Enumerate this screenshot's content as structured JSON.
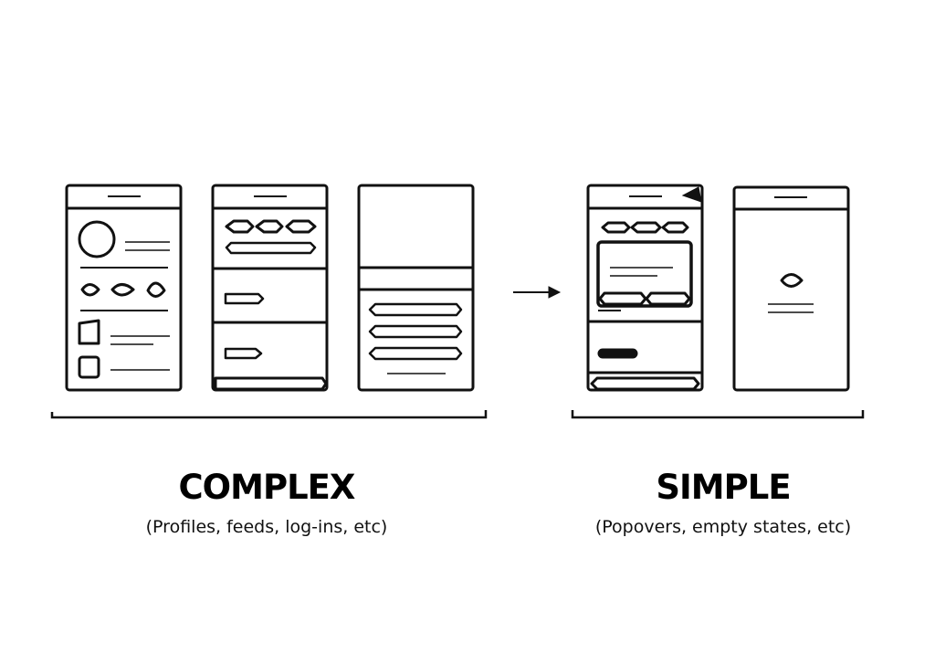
{
  "groups": {
    "complex": {
      "title": "COMPLEX",
      "subtitle": "(Profiles, feeds, log-ins, etc)"
    },
    "simple": {
      "title": "SIMPLE",
      "subtitle": "(Popovers, empty states, etc)"
    }
  },
  "colors": {
    "ink": "#111111",
    "background": "#ffffff"
  },
  "arrow": {
    "icon": "right-arrow-icon"
  }
}
